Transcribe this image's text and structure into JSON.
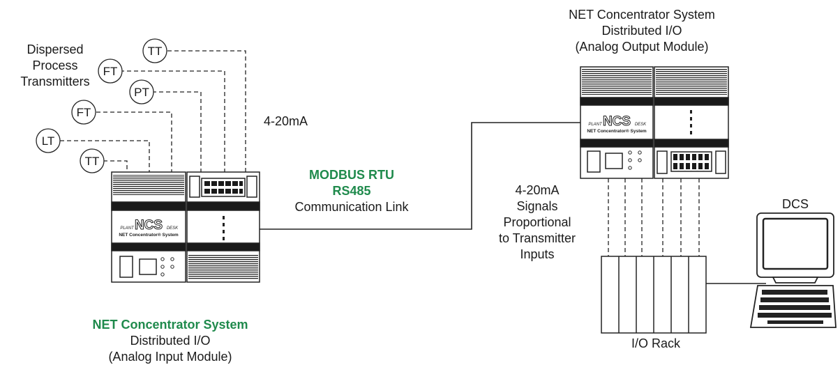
{
  "labels": {
    "dispersed": [
      "Dispersed",
      "Process",
      "Transmitters"
    ],
    "current_left": "4-20mA",
    "modbus_title": "MODBUS RTU",
    "modbus_protocol": "RS485",
    "modbus_link": "Communication Link",
    "right_module": [
      "NET Concentrator System",
      "Distributed I/O",
      "(Analog Output Module)"
    ],
    "left_module_title": "NET Concentrator System",
    "left_module_lines": [
      "Distributed I/O",
      "(Analog Input Module)"
    ],
    "signals": [
      "4-20mA",
      "Signals",
      "Proportional",
      "to Transmitter",
      "Inputs"
    ],
    "dcs": "DCS",
    "io_rack": "I/O Rack"
  },
  "transmitters": [
    "TT",
    "FT",
    "PT",
    "FT",
    "LT",
    "TT"
  ],
  "module_brand": {
    "logo": "NCS",
    "plant": "PLANT",
    "desk": "DESK",
    "name": "NET Concentrator® System"
  },
  "colors": {
    "accent_green": "#1f8a4c",
    "line": "#1a1a1a"
  }
}
